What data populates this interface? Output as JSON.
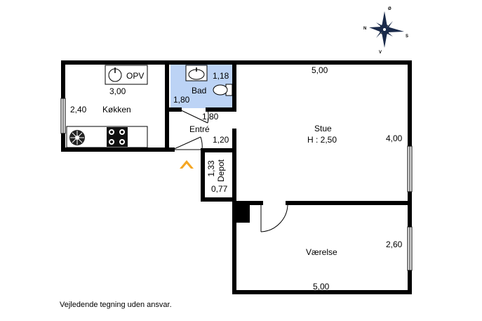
{
  "compass": {
    "n": "N",
    "s": "S",
    "o": "Ø",
    "v": "V",
    "icon": "compass-rose-icon"
  },
  "rooms": {
    "kitchen": {
      "name": "Køkken",
      "length": "3,00",
      "width": "2,40",
      "opv": "OPV"
    },
    "bath": {
      "name": "Bad",
      "width": "1,18",
      "depth": "1,80"
    },
    "hall": {
      "name": "Entré",
      "length": "1,80",
      "width": "1,20"
    },
    "depot": {
      "name": "Depot",
      "length": "1,33",
      "width": "0,77"
    },
    "living": {
      "name": "Stue",
      "height": "H : 2,50",
      "length": "5,00",
      "width": "4,00"
    },
    "bedroom": {
      "name": "Værelse",
      "length": "5,00",
      "width": "2,60"
    }
  },
  "entrance_icon": "entrance-arrow-icon",
  "accent_colors": {
    "bath_fill": "#bcd3f5",
    "entrance_arrow": "#f5a623",
    "wall": "#000000"
  },
  "disclaimer": "Vejledende tegning uden ansvar."
}
